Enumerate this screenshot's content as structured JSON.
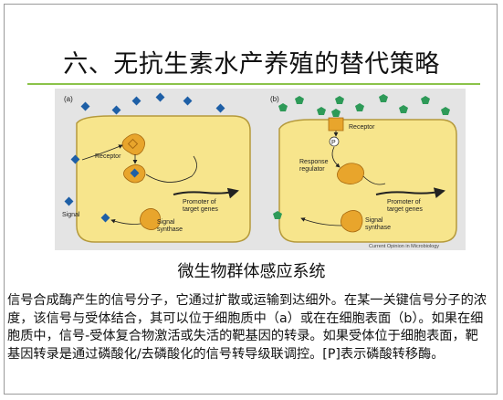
{
  "slide": {
    "title": "六、无抗生素水产养殖的替代策略",
    "figure_caption": "微生物群体感应系统",
    "paragraph": "信号合成酶产生的信号分子，它通过扩散或运输到达细外。在某一关键信号分子的浓度，该信号与受体结合，其可以位于细胞质中（a）或在在细胞表面（b）。如果在细胞质中，信号-受体复合物激活或失活的靶基因的转录。如果受体位于细胞表面，靶基因转录是通过磷酸化/去磷酸化的信号转导级联调控。[P]表示磷酸转移酶。"
  },
  "figure": {
    "panel_a": {
      "label": "(a)",
      "receptor": "Receptor",
      "promoter_1": "Promoter of",
      "promoter_2": "target genes",
      "signal": "Signal",
      "synthase_1": "Signal",
      "synthase_2": "synthase"
    },
    "panel_b": {
      "label": "(b)",
      "receptor": "Receptor",
      "p_label": "P",
      "regulator_1": "Response",
      "regulator_2": "regulator",
      "promoter_1": "Promoter of",
      "promoter_2": "target genes",
      "synthase_1": "Signal",
      "synthase_2": "synthase"
    },
    "credit": "Current Opinion in Microbiology"
  },
  "colors": {
    "accent_rule": "#8bc34a",
    "cell_fill": "#f7e58c",
    "blue_signal": "#1e5fa6",
    "green_signal": "#2e9a58",
    "enzyme": "#e8a52c"
  }
}
